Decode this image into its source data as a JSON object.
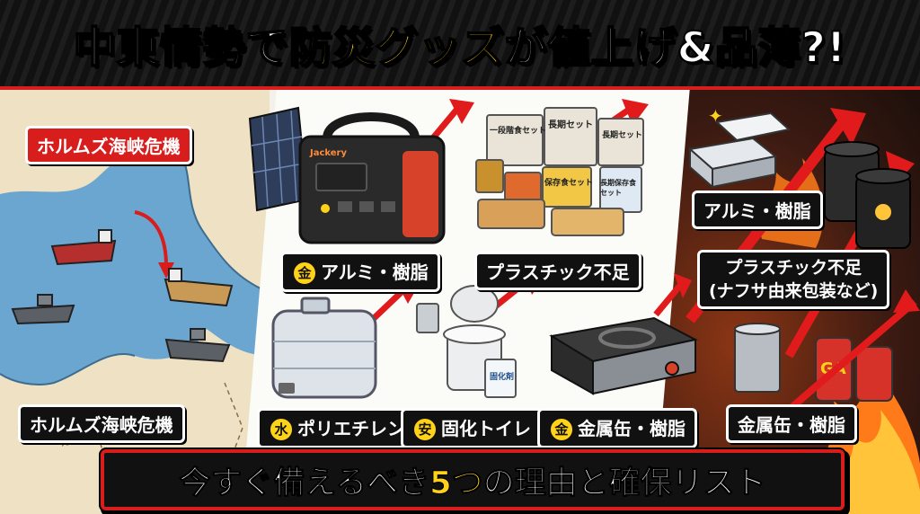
{
  "title": {
    "part1": "中東情勢で",
    "highlight": "防災グッズ",
    "part2": "が値上げ&品薄?!"
  },
  "map": {
    "callout_top": "ホルムズ海峡危機",
    "callout_bottom": "ホルムズ海峡危機"
  },
  "products": {
    "power_station": {
      "badge": "金",
      "label": "アルミ・樹脂",
      "brand": "Jackery"
    },
    "food": {
      "label": "プラスチック不足",
      "packages": [
        "一段階食セット",
        "長期セット",
        "長期セット",
        "保存食セット",
        "長期保存食セット"
      ]
    },
    "water_tank": {
      "badge": "水",
      "label": "ポリエチレン"
    },
    "toilet": {
      "badge": "安",
      "label": "固化トイレ",
      "bag_label": "固化剤"
    },
    "stove": {
      "badge": "金",
      "label": "金属缶・樹脂"
    }
  },
  "right_panel": {
    "label_top": "アルミ・樹脂",
    "label_mid_line1": "プラスチック不足",
    "label_mid_line2": "(ナフサ由来包装など)",
    "label_bottom": "金属缶・樹脂",
    "can_text": "GA"
  },
  "bottom": {
    "part1": "今すぐ備えるべき",
    "highlight": "5つ",
    "part2": "の理由と確保リスト"
  },
  "colors": {
    "accent_red": "#d81d1d",
    "accent_yellow": "#ffd21a",
    "sea_blue": "#6aa6cf"
  }
}
